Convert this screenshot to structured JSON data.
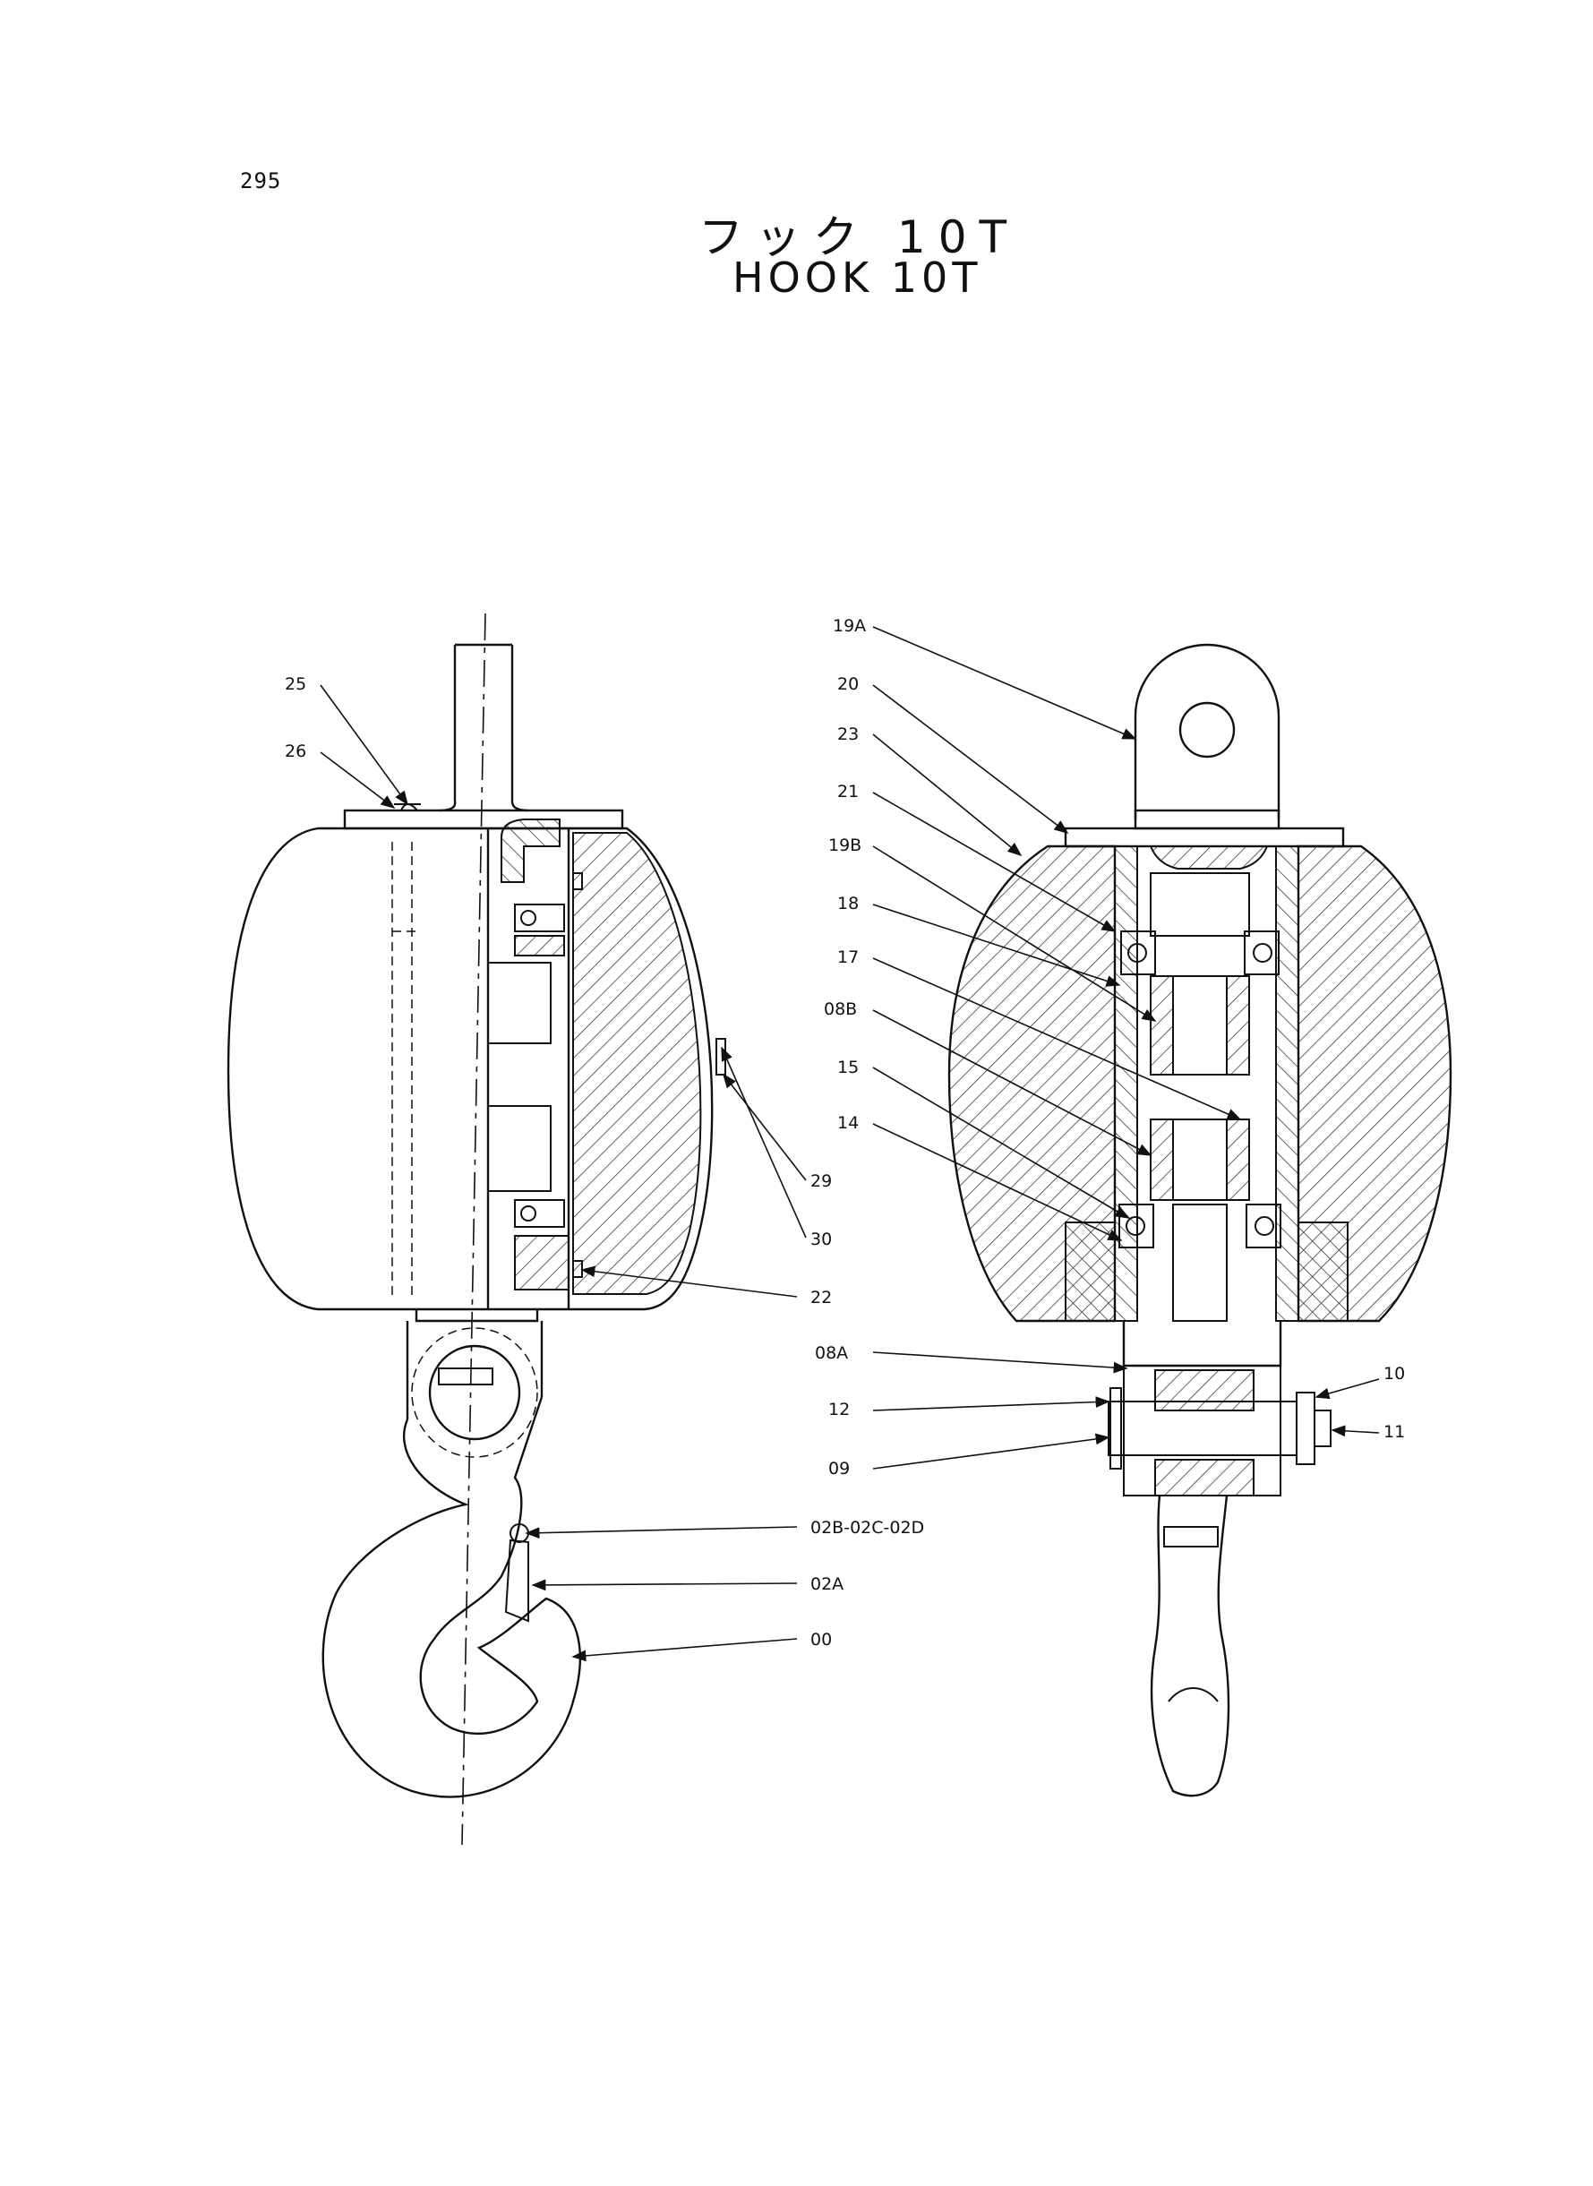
{
  "page_number": "295",
  "title_jp": "フック 10T",
  "title_en": "HOOK 10T",
  "labels": {
    "p25": "25",
    "p26": "26",
    "p29": "29",
    "p30": "30",
    "p22": "22",
    "p02b": "02B-02C-02D",
    "p02a": "02A",
    "p00": "00",
    "p19a": "19A",
    "p20": "20",
    "p23": "23",
    "p21": "21",
    "p19b": "19B",
    "p18": "18",
    "p17": "17",
    "p08b": "08B",
    "p15": "15",
    "p14": "14",
    "p08a": "08A",
    "p12": "12",
    "p09": "09",
    "p10": "10",
    "p11": "11"
  }
}
